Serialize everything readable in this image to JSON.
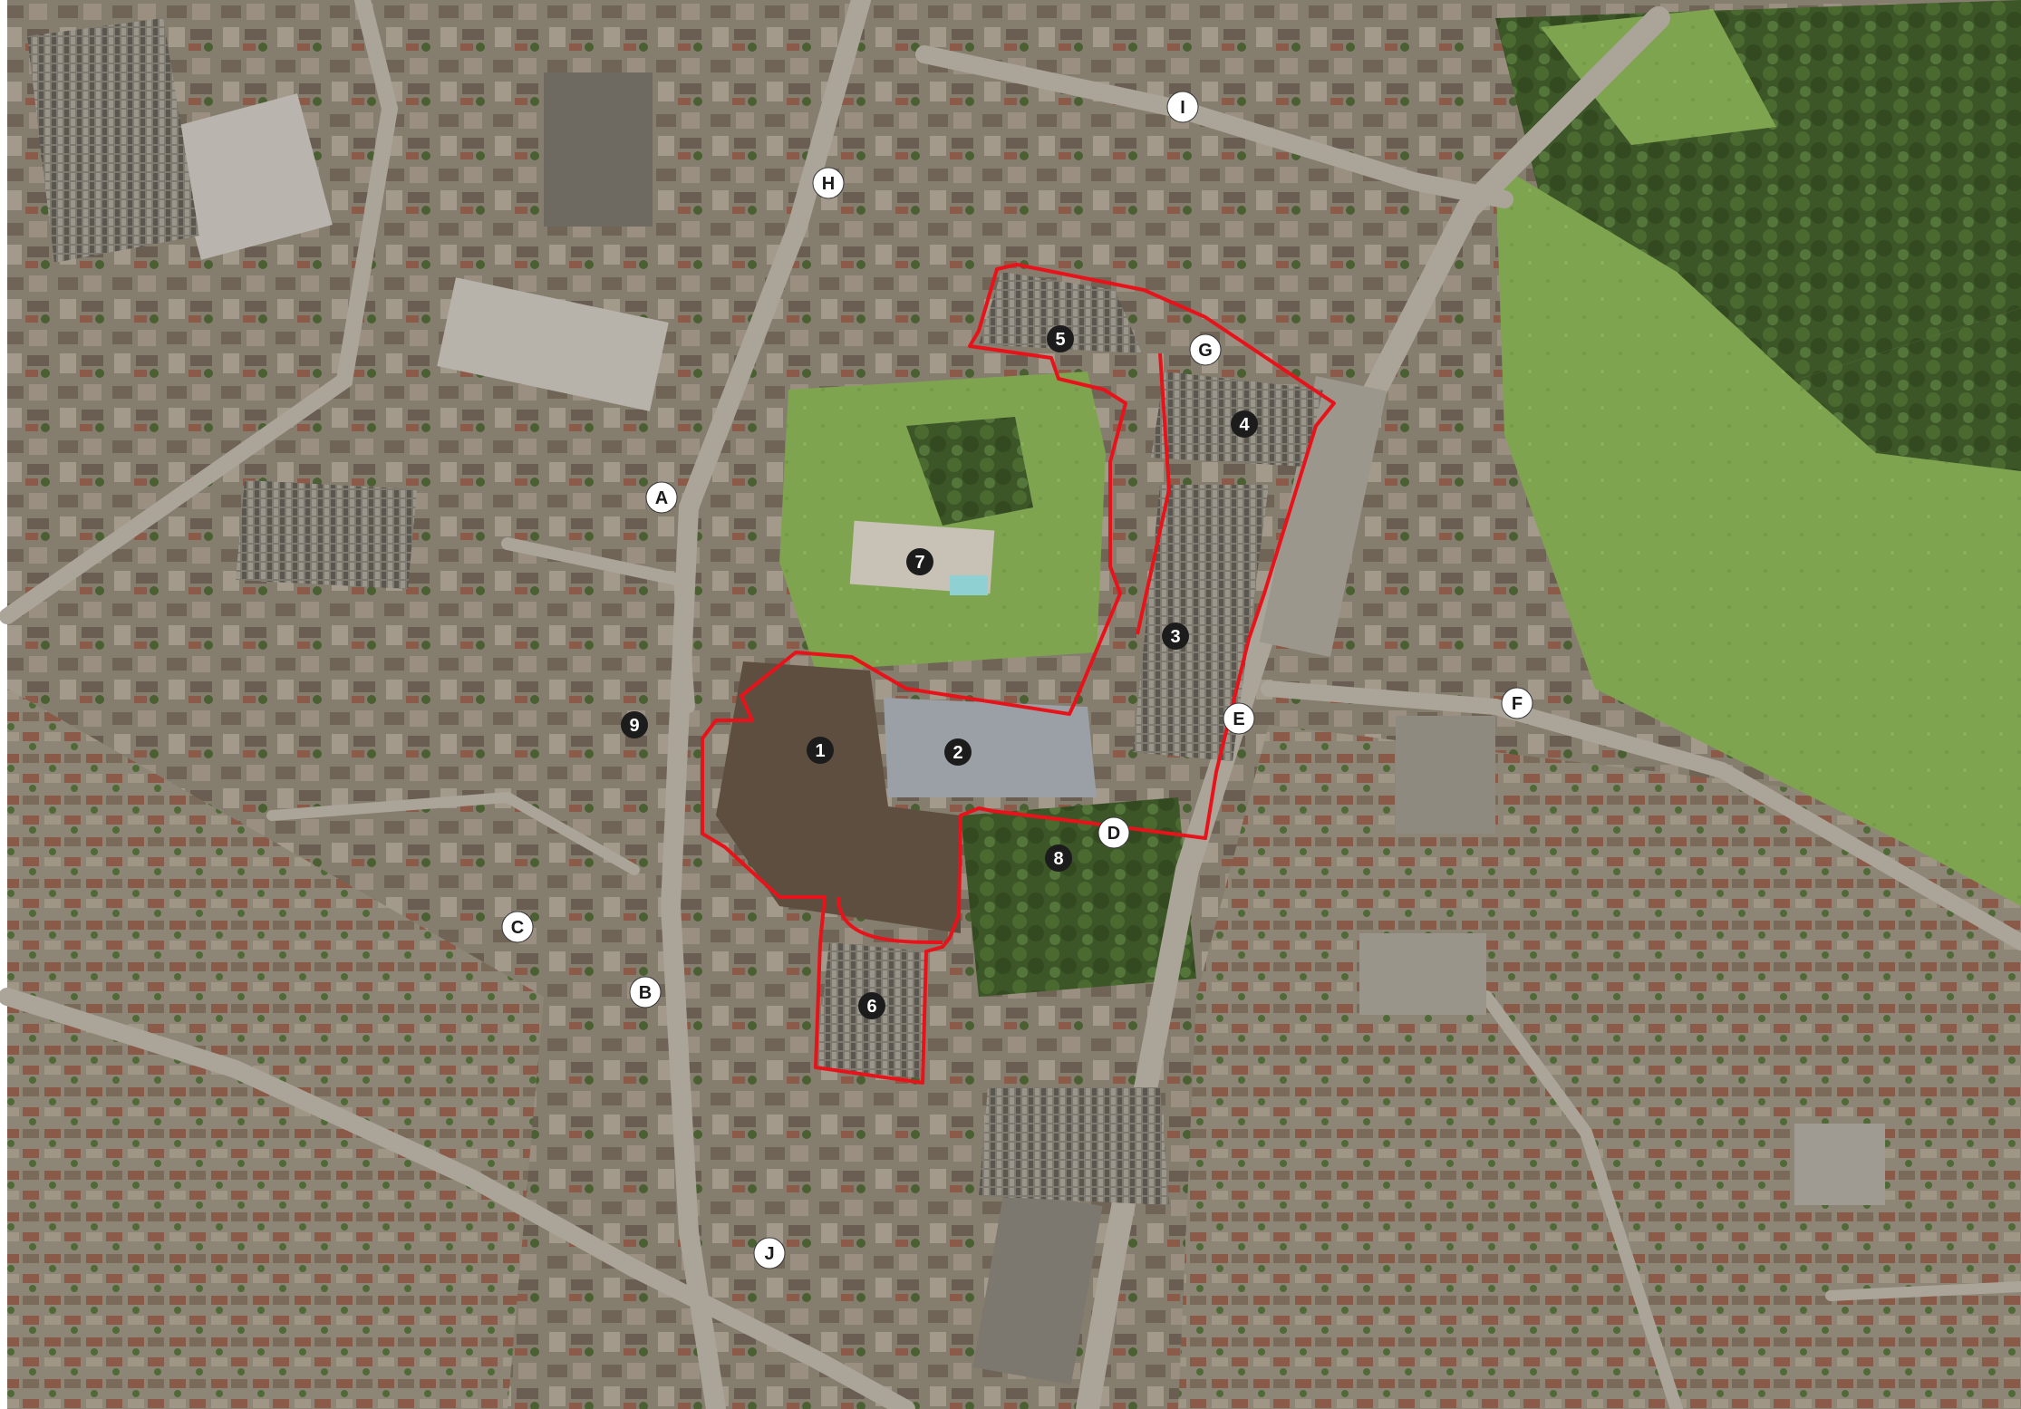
{
  "map": {
    "colors": {
      "background": "#ffffff",
      "urban_base": "#8a8272",
      "roof_dark": "#6a5a4a",
      "roof_light": "#b8b4ac",
      "roof_red": "#8b5a48",
      "road": "#a9a498",
      "tree": "#3f5a2a",
      "grass": "#7aa04a",
      "park": "#86aa56",
      "site_boundary": "#e8131a",
      "numbered_marker_fill": "#1c1c1c",
      "numbered_marker_text": "#ffffff",
      "lettered_marker_fill": "#ffffff",
      "lettered_marker_text": "#1a1a1a"
    },
    "site_boundary": {
      "description": "red-outline",
      "color": "#e8131a"
    },
    "numbered_markers": [
      {
        "id": "1",
        "label": "1"
      },
      {
        "id": "2",
        "label": "2"
      },
      {
        "id": "3",
        "label": "3"
      },
      {
        "id": "4",
        "label": "4"
      },
      {
        "id": "5",
        "label": "5"
      },
      {
        "id": "6",
        "label": "6"
      },
      {
        "id": "7",
        "label": "7"
      },
      {
        "id": "8",
        "label": "8"
      },
      {
        "id": "9",
        "label": "9"
      }
    ],
    "lettered_markers": [
      {
        "id": "A",
        "label": "A"
      },
      {
        "id": "B",
        "label": "B"
      },
      {
        "id": "C",
        "label": "C"
      },
      {
        "id": "D",
        "label": "D"
      },
      {
        "id": "E",
        "label": "E"
      },
      {
        "id": "F",
        "label": "F"
      },
      {
        "id": "G",
        "label": "G"
      },
      {
        "id": "H",
        "label": "H"
      },
      {
        "id": "I",
        "label": "I"
      },
      {
        "id": "J",
        "label": "J"
      }
    ]
  }
}
